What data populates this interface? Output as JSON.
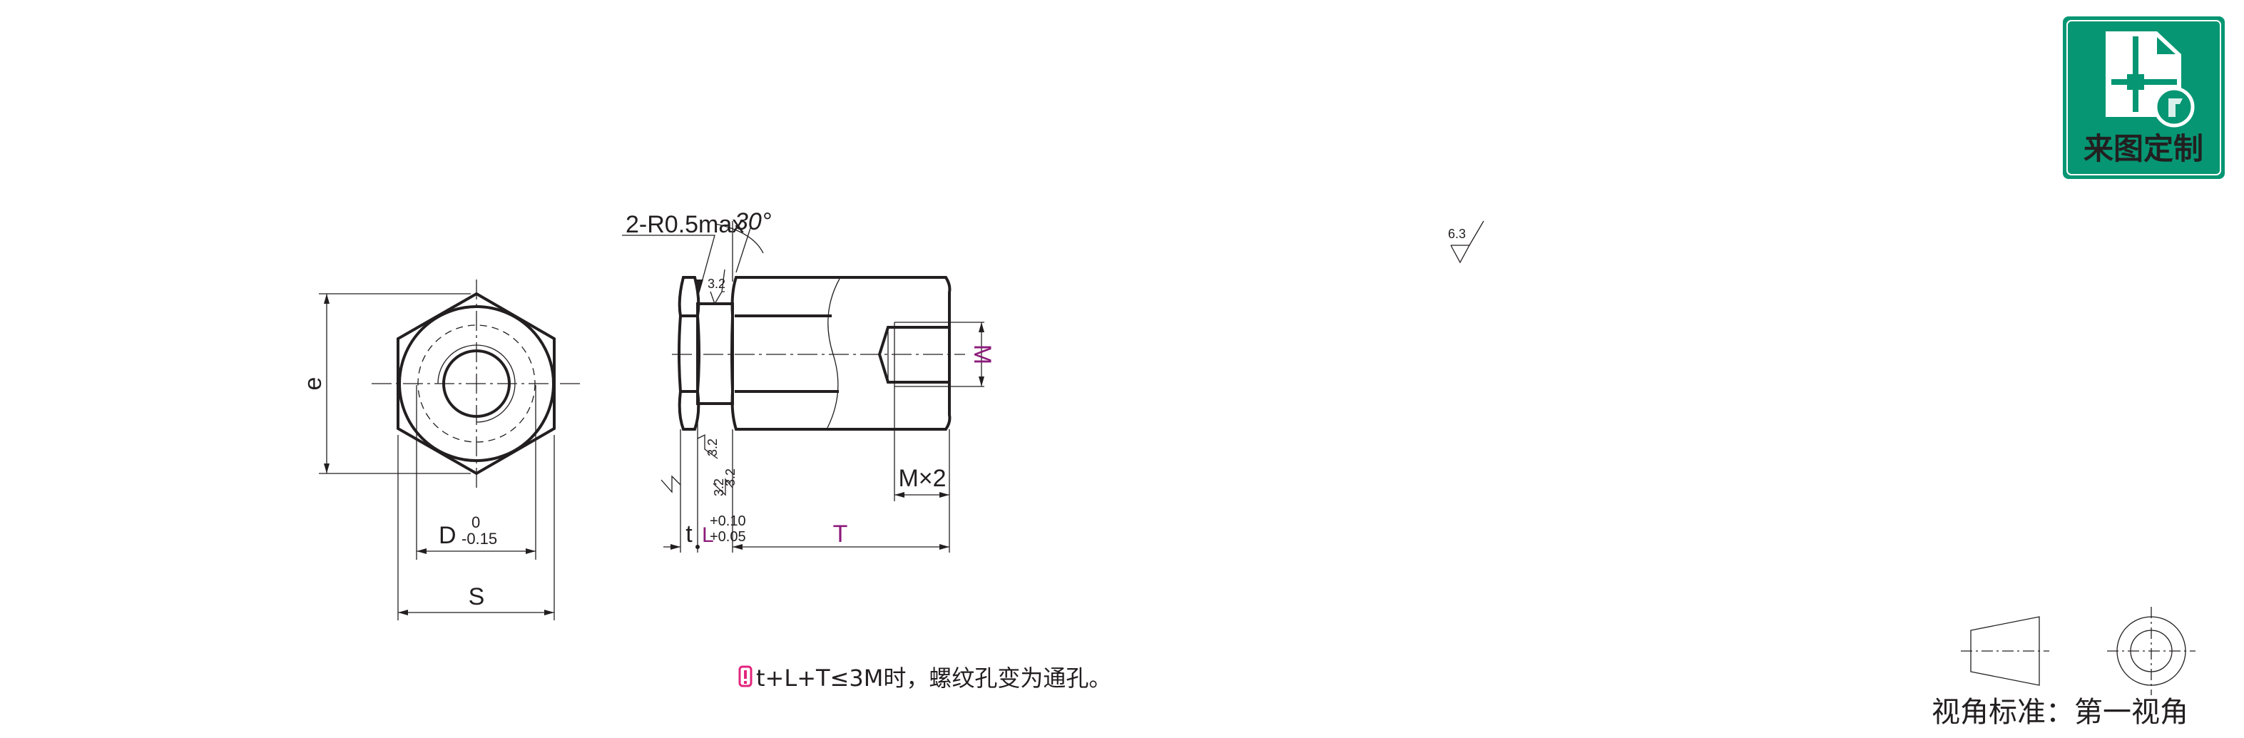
{
  "badge": {
    "label": "来图定制",
    "color": "#069673"
  },
  "end_view": {
    "e_label": "e",
    "d_label": "D",
    "d_tol_upper": "0",
    "d_tol_lower": "-0.15",
    "s_label": "S"
  },
  "side_view": {
    "radius_note": "2-R0.5max",
    "angle": "30°",
    "roughness": "3.2",
    "m_label": "M",
    "m2_label": "M×2",
    "t_label": "t",
    "l_label": "L",
    "l_tol_upper": "+0.10",
    "l_tol_lower": "+0.05",
    "T_label": "T"
  },
  "general_roughness": "6.3",
  "note": {
    "icon": "exclamation-icon",
    "text": "t+L+T≤3M时，螺纹孔变为通孔。",
    "icon_color": "#e3257d"
  },
  "projection": {
    "label": "视角标准：第一视角"
  },
  "colors": {
    "line": "#231f20",
    "fill": "#e8e8ea",
    "accent": "#8b1a7a"
  }
}
